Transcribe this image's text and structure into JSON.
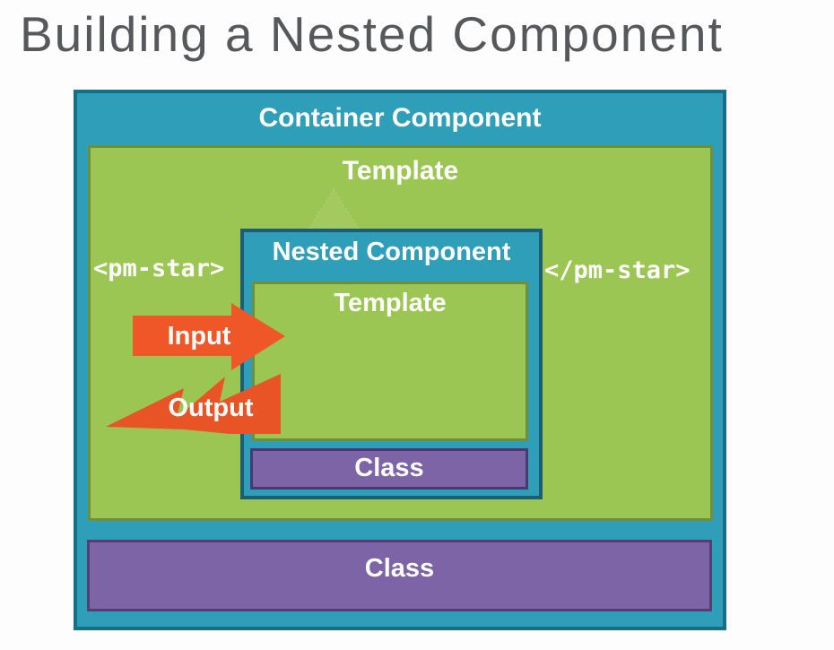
{
  "title": "Building a Nested Component",
  "colors": {
    "teal_fill": "#2F9EB8",
    "teal_border_outer": "#156F86",
    "teal_border_nested": "#1C5E76",
    "green_fill": "#9CC653",
    "green_border": "#6F9038",
    "purple_fill": "#7D64A6",
    "purple_border_inner": "#4A3870",
    "purple_border_outer": "#53406E",
    "orange": "#EF5628",
    "title_color": "#57585B",
    "label_color": "#FFFFFF"
  },
  "diagram": {
    "container_label": "Container Component",
    "outer_template_label": "Template",
    "pm_star_open": "<pm-star>",
    "pm_star_close": "</pm-star>",
    "nested_label": "Nested Component",
    "inner_template_label": "Template",
    "inner_class_label": "Class",
    "outer_class_label": "Class",
    "input_label": "Input",
    "output_label": "Output"
  }
}
